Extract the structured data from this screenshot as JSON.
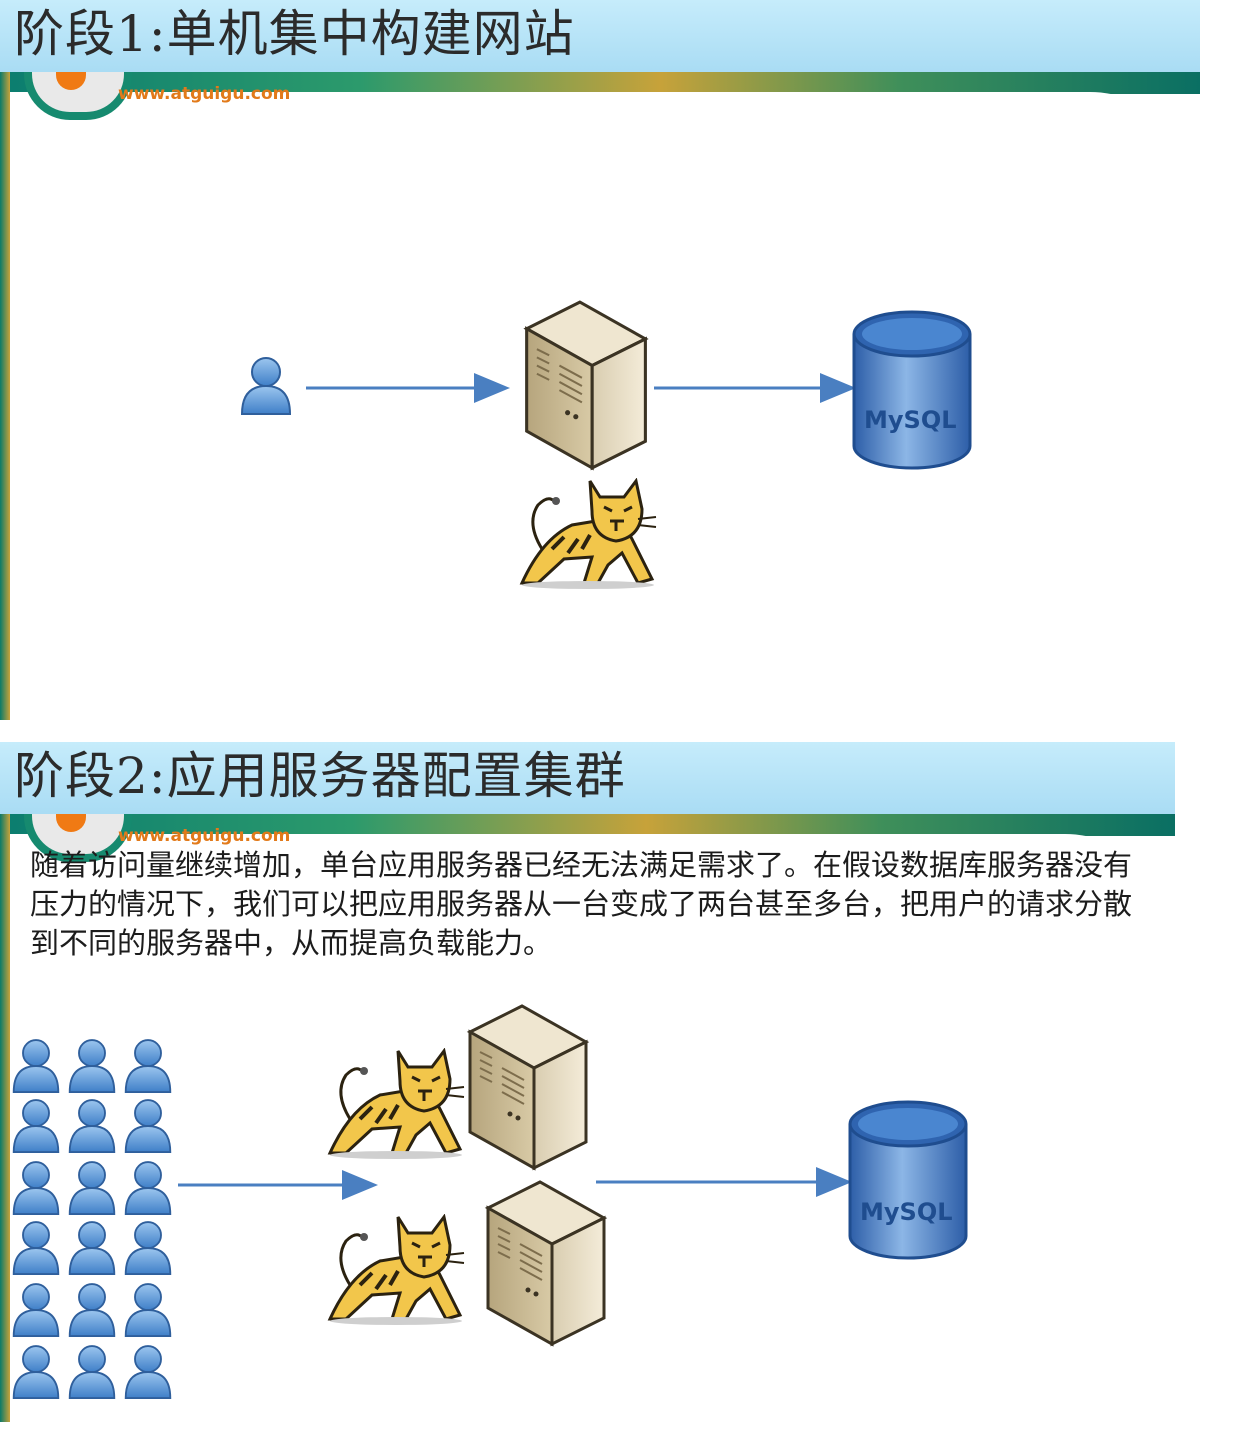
{
  "slide1": {
    "title": "阶段1:单机集中构建网站",
    "logo_url": "www.atguigu.com",
    "database_label": "MySQL"
  },
  "slide2": {
    "title": "阶段2:应用服务器配置集群",
    "logo_url": "www.atguigu.com",
    "description": "随着访问量继续增加，单台应用服务器已经无法满足需求了。在假设数据库服务器没有压力的情况下，我们可以把应用服务器从一台变成了两台甚至多台，把用户的请求分散到不同的服务器中，从而提高负载能力。",
    "database_label": "MySQL"
  },
  "colors": {
    "title_bg": "#b7e3f7",
    "arrow": "#4a7fc1",
    "user_icon": "#6a9fd6",
    "db_blue": "#3d76c2",
    "brand_orange": "#e27a1a",
    "brand_green": "#168a6f"
  },
  "icons": [
    "user-icon",
    "server-icon",
    "tomcat-icon",
    "mysql-database-icon",
    "arrow"
  ]
}
